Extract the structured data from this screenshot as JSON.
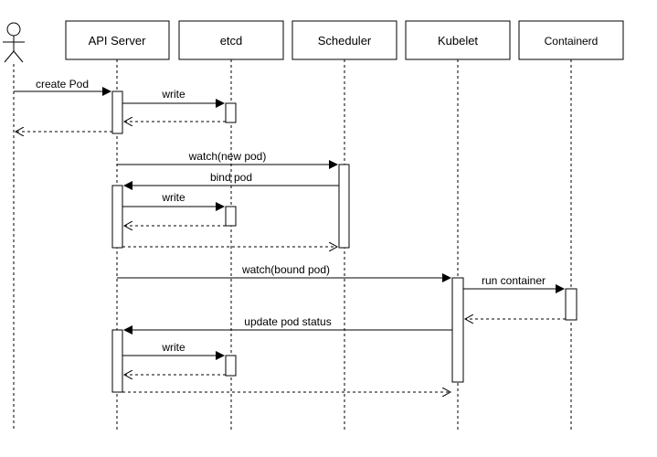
{
  "participants": [
    {
      "id": "user",
      "label": "",
      "kind": "actor"
    },
    {
      "id": "api",
      "label": "API Server",
      "kind": "box"
    },
    {
      "id": "etcd",
      "label": "etcd",
      "kind": "box"
    },
    {
      "id": "scheduler",
      "label": "Scheduler",
      "kind": "box"
    },
    {
      "id": "kubelet",
      "label": "Kubelet",
      "kind": "box"
    },
    {
      "id": "containerd",
      "label": "Containerd",
      "kind": "box"
    }
  ],
  "messages": [
    {
      "from": "user",
      "to": "api",
      "label": "create Pod",
      "style": "solid"
    },
    {
      "from": "api",
      "to": "etcd",
      "label": "write",
      "style": "solid"
    },
    {
      "from": "etcd",
      "to": "api",
      "label": "",
      "style": "dashed"
    },
    {
      "from": "api",
      "to": "user",
      "label": "",
      "style": "dashed"
    },
    {
      "from": "api",
      "to": "scheduler",
      "label": "watch(new pod)",
      "style": "solid"
    },
    {
      "from": "scheduler",
      "to": "api",
      "label": "bind pod",
      "style": "solid"
    },
    {
      "from": "api",
      "to": "etcd",
      "label": "write",
      "style": "solid"
    },
    {
      "from": "etcd",
      "to": "api",
      "label": "",
      "style": "dashed"
    },
    {
      "from": "api",
      "to": "scheduler",
      "label": "",
      "style": "dashed"
    },
    {
      "from": "api",
      "to": "kubelet",
      "label": "watch(bound pod)",
      "style": "solid"
    },
    {
      "from": "kubelet",
      "to": "containerd",
      "label": "run container",
      "style": "solid"
    },
    {
      "from": "containerd",
      "to": "kubelet",
      "label": "",
      "style": "dashed"
    },
    {
      "from": "kubelet",
      "to": "api",
      "label": "update pod status",
      "style": "solid"
    },
    {
      "from": "api",
      "to": "etcd",
      "label": "write",
      "style": "solid"
    },
    {
      "from": "etcd",
      "to": "api",
      "label": "",
      "style": "dashed"
    },
    {
      "from": "api",
      "to": "kubelet",
      "label": "",
      "style": "dashed"
    }
  ]
}
